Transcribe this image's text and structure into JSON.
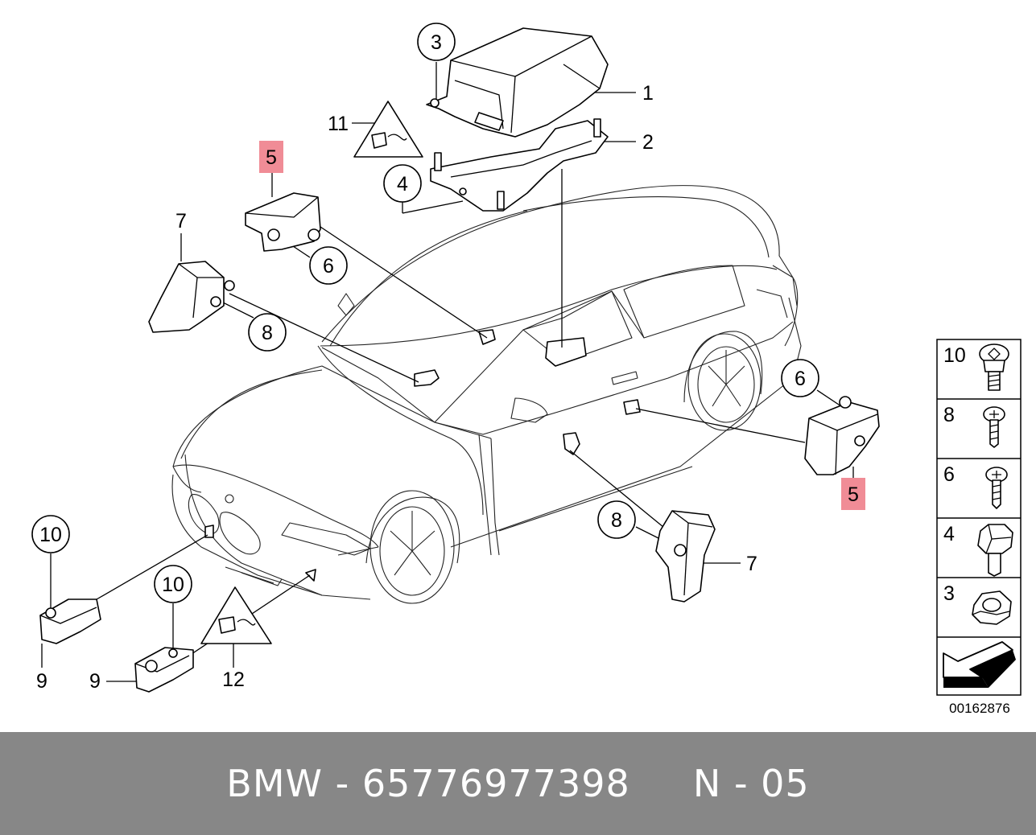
{
  "diagram": {
    "callouts": {
      "c3": "3",
      "c1": "1",
      "c11": "11",
      "c2": "2",
      "c4": "4",
      "c5a": "5",
      "c7a": "7",
      "c6a": "6",
      "c8a": "8",
      "c6b": "6",
      "c5b": "5",
      "c8b": "8",
      "c7b": "7",
      "c10a": "10",
      "c9a": "9",
      "c10b": "10",
      "c9b": "9",
      "c12": "12"
    },
    "legend": [
      {
        "num": "10",
        "icon": "torx-bolt-icon"
      },
      {
        "num": "8",
        "icon": "phillips-screw-icon"
      },
      {
        "num": "6",
        "icon": "phillips-screw-icon"
      },
      {
        "num": "4",
        "icon": "hex-bolt-icon"
      },
      {
        "num": "3",
        "icon": "hex-nut-icon"
      }
    ],
    "ref_code": "00162876",
    "highlight_color": "#f08c96"
  },
  "footer": {
    "text": "BMW - 65776977398     N - 05"
  }
}
